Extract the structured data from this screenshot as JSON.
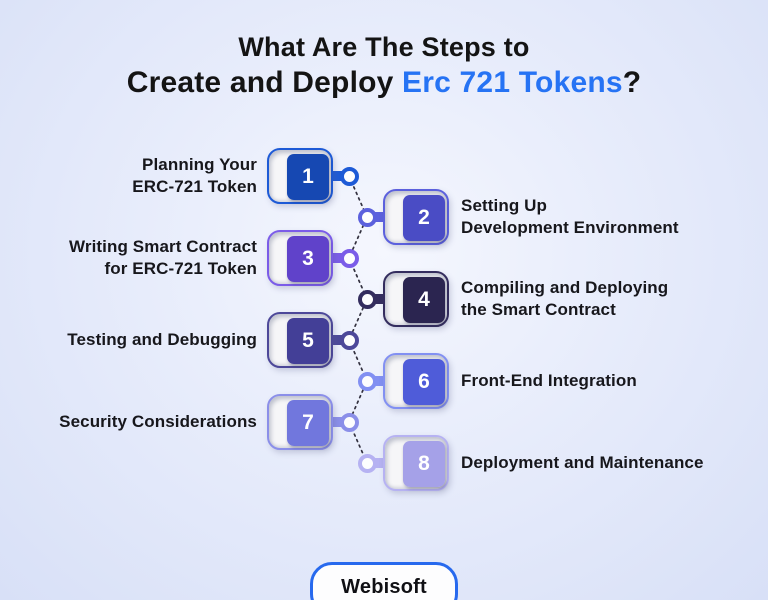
{
  "title": {
    "line1": "What Are The Steps to",
    "line2_prefix": "Create and Deploy ",
    "line2_highlight": "Erc 721 Tokens",
    "line2_suffix": "?",
    "highlight_color": "#2673f4",
    "text_color": "#141414"
  },
  "steps": [
    {
      "number": "1",
      "label": "Planning Your\nERC-721 Token",
      "side": "left",
      "fill": "#1648b2",
      "ring": "#1d5ad6"
    },
    {
      "number": "2",
      "label": "Setting Up\nDevelopment Environment",
      "side": "right",
      "fill": "#4a4cc5",
      "ring": "#5b60dd"
    },
    {
      "number": "3",
      "label": "Writing Smart Contract\nfor ERC-721 Token",
      "side": "left",
      "fill": "#6042ca",
      "ring": "#7b5ce8"
    },
    {
      "number": "4",
      "label": "Compiling and Deploying\nthe Smart Contract",
      "side": "right",
      "fill": "#2b2550",
      "ring": "#342d5e"
    },
    {
      "number": "5",
      "label": "Testing and Debugging",
      "side": "left",
      "fill": "#433f97",
      "ring": "#4d4899"
    },
    {
      "number": "6",
      "label": "Front-End Integration",
      "side": "right",
      "fill": "#4f5cd9",
      "ring": "#8290f2"
    },
    {
      "number": "7",
      "label": "Security Considerations",
      "side": "left",
      "fill": "#7177dd",
      "ring": "#8b8fe9"
    },
    {
      "number": "8",
      "label": "Deployment and Maintenance",
      "side": "right",
      "fill": "#a5a1e8",
      "ring": "#b6b2f2"
    }
  ],
  "connector": {
    "dot_color": "#33313f"
  },
  "footer": {
    "brand": "Webisoft",
    "border_color": "#2769ee"
  },
  "background": {
    "center": "#f5f7fe",
    "edge": "#d8e0f7"
  }
}
